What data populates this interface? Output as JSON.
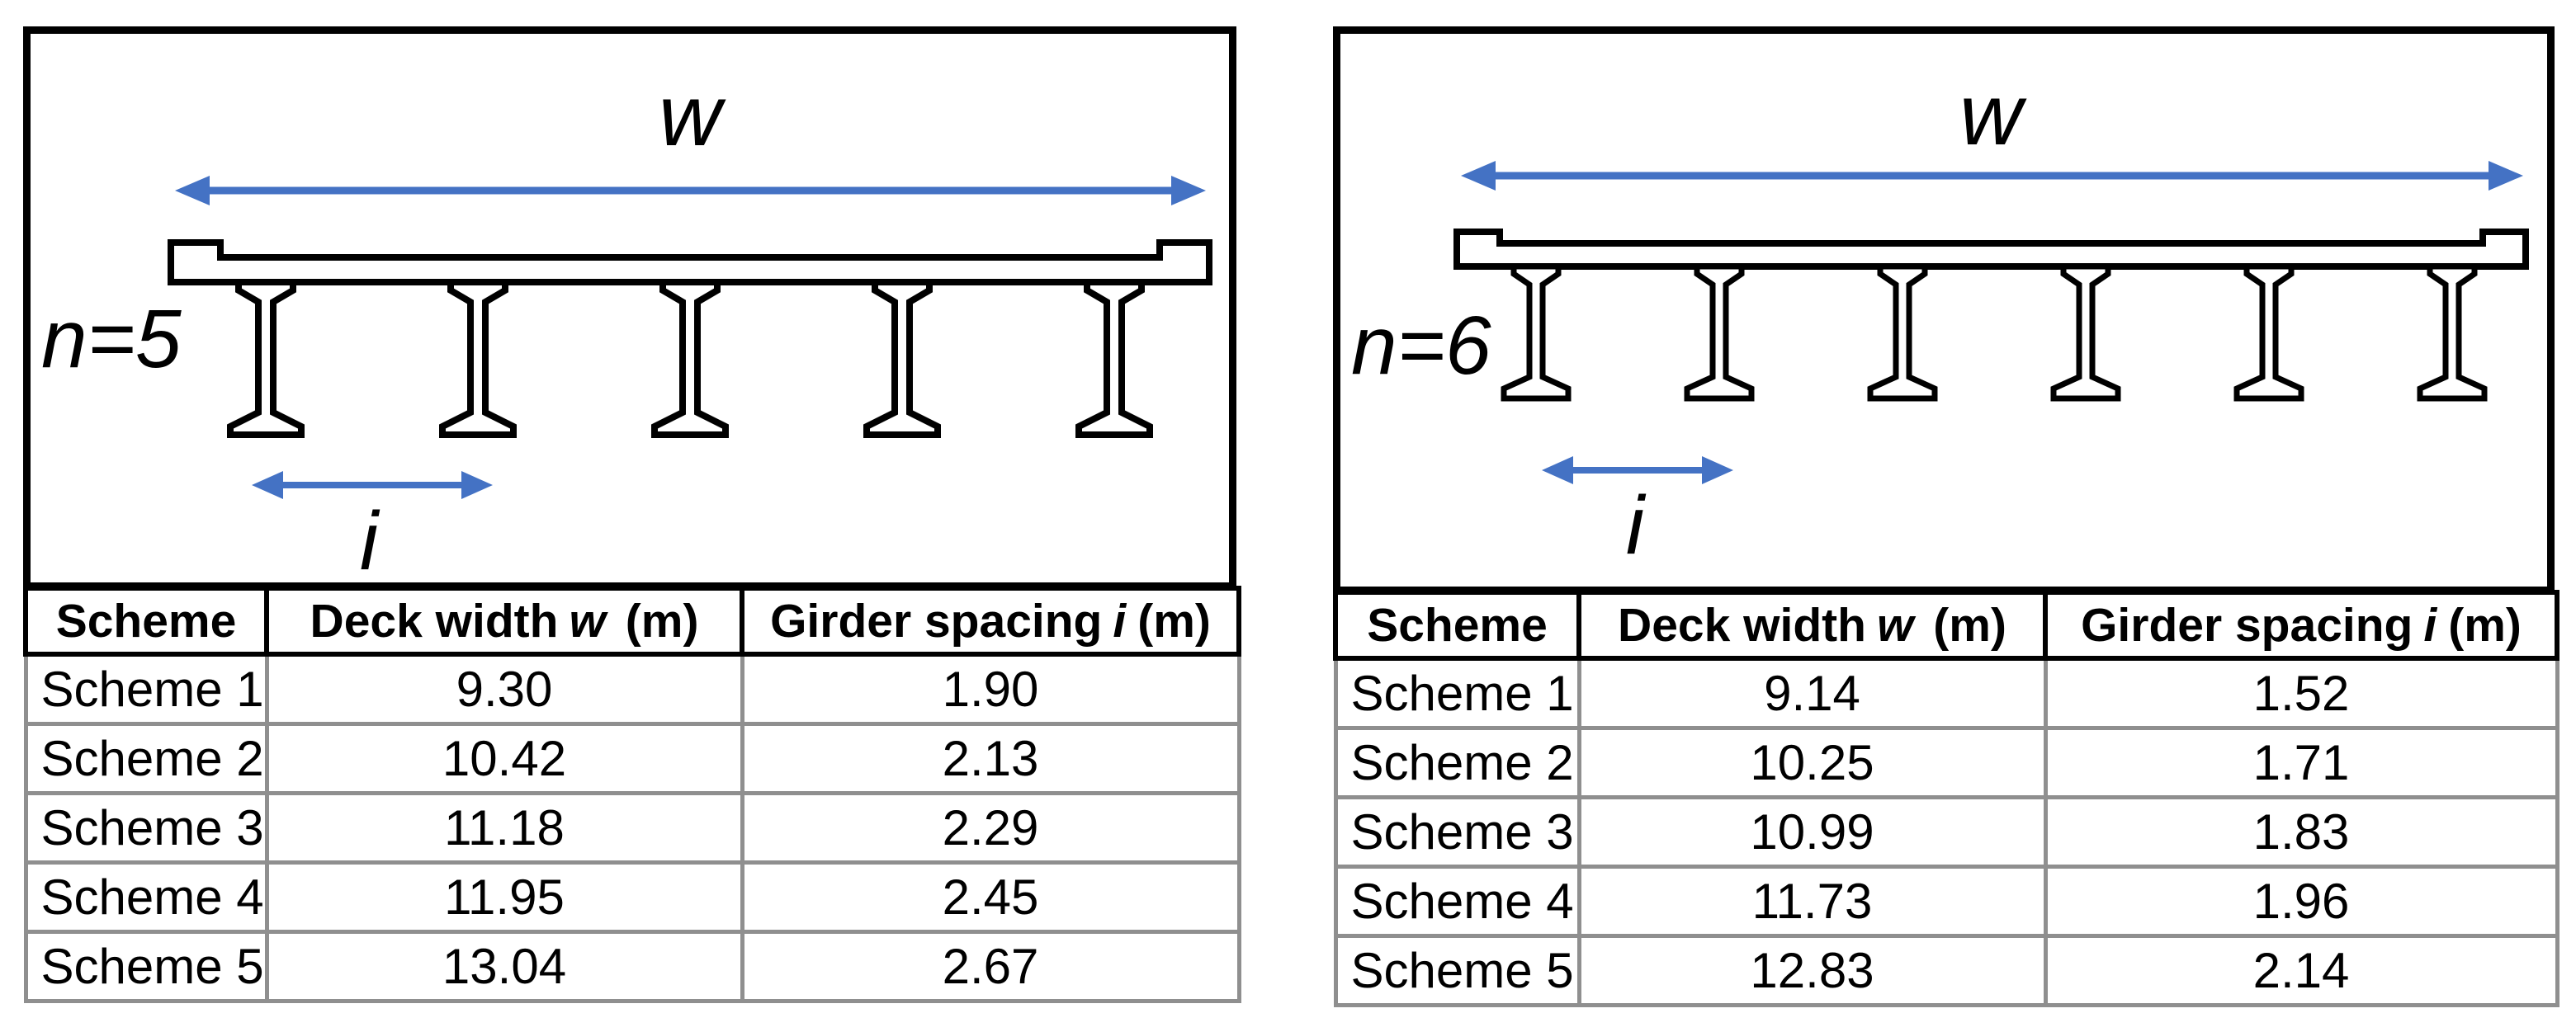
{
  "figure": {
    "accent_color": "#4472C4",
    "line_color": "#000000",
    "grid_color": "#8f8f8f",
    "panels": [
      {
        "id": "n5",
        "girder_count_label": "n=5",
        "deck_width_label": "w",
        "girder_spacing_label": "i",
        "table": {
          "col_headers": {
            "scheme": "Scheme",
            "deck_width_prefix": "Deck width",
            "deck_width_var": "w",
            "deck_width_unit": "(m)",
            "girder_spacing_prefix": "Girder spacing",
            "girder_spacing_var": "i",
            "girder_spacing_unit": "(m)"
          },
          "rows": [
            {
              "scheme": "Scheme 1",
              "deck_width_m": "9.30",
              "girder_spacing_m": "1.90"
            },
            {
              "scheme": "Scheme 2",
              "deck_width_m": "10.42",
              "girder_spacing_m": "2.13"
            },
            {
              "scheme": "Scheme 3",
              "deck_width_m": "11.18",
              "girder_spacing_m": "2.29"
            },
            {
              "scheme": "Scheme 4",
              "deck_width_m": "11.95",
              "girder_spacing_m": "2.45"
            },
            {
              "scheme": "Scheme 5",
              "deck_width_m": "13.04",
              "girder_spacing_m": "2.67"
            }
          ]
        }
      },
      {
        "id": "n6",
        "girder_count_label": "n=6",
        "deck_width_label": "w",
        "girder_spacing_label": "i",
        "table": {
          "col_headers": {
            "scheme": "Scheme",
            "deck_width_prefix": "Deck width",
            "deck_width_var": "w",
            "deck_width_unit": "(m)",
            "girder_spacing_prefix": "Girder spacing",
            "girder_spacing_var": "i",
            "girder_spacing_unit": "(m)"
          },
          "rows": [
            {
              "scheme": "Scheme 1",
              "deck_width_m": "9.14",
              "girder_spacing_m": "1.52"
            },
            {
              "scheme": "Scheme 2",
              "deck_width_m": "10.25",
              "girder_spacing_m": "1.71"
            },
            {
              "scheme": "Scheme 3",
              "deck_width_m": "10.99",
              "girder_spacing_m": "1.83"
            },
            {
              "scheme": "Scheme 4",
              "deck_width_m": "11.73",
              "girder_spacing_m": "1.96"
            },
            {
              "scheme": "Scheme 5",
              "deck_width_m": "12.83",
              "girder_spacing_m": "2.14"
            }
          ]
        }
      }
    ]
  }
}
